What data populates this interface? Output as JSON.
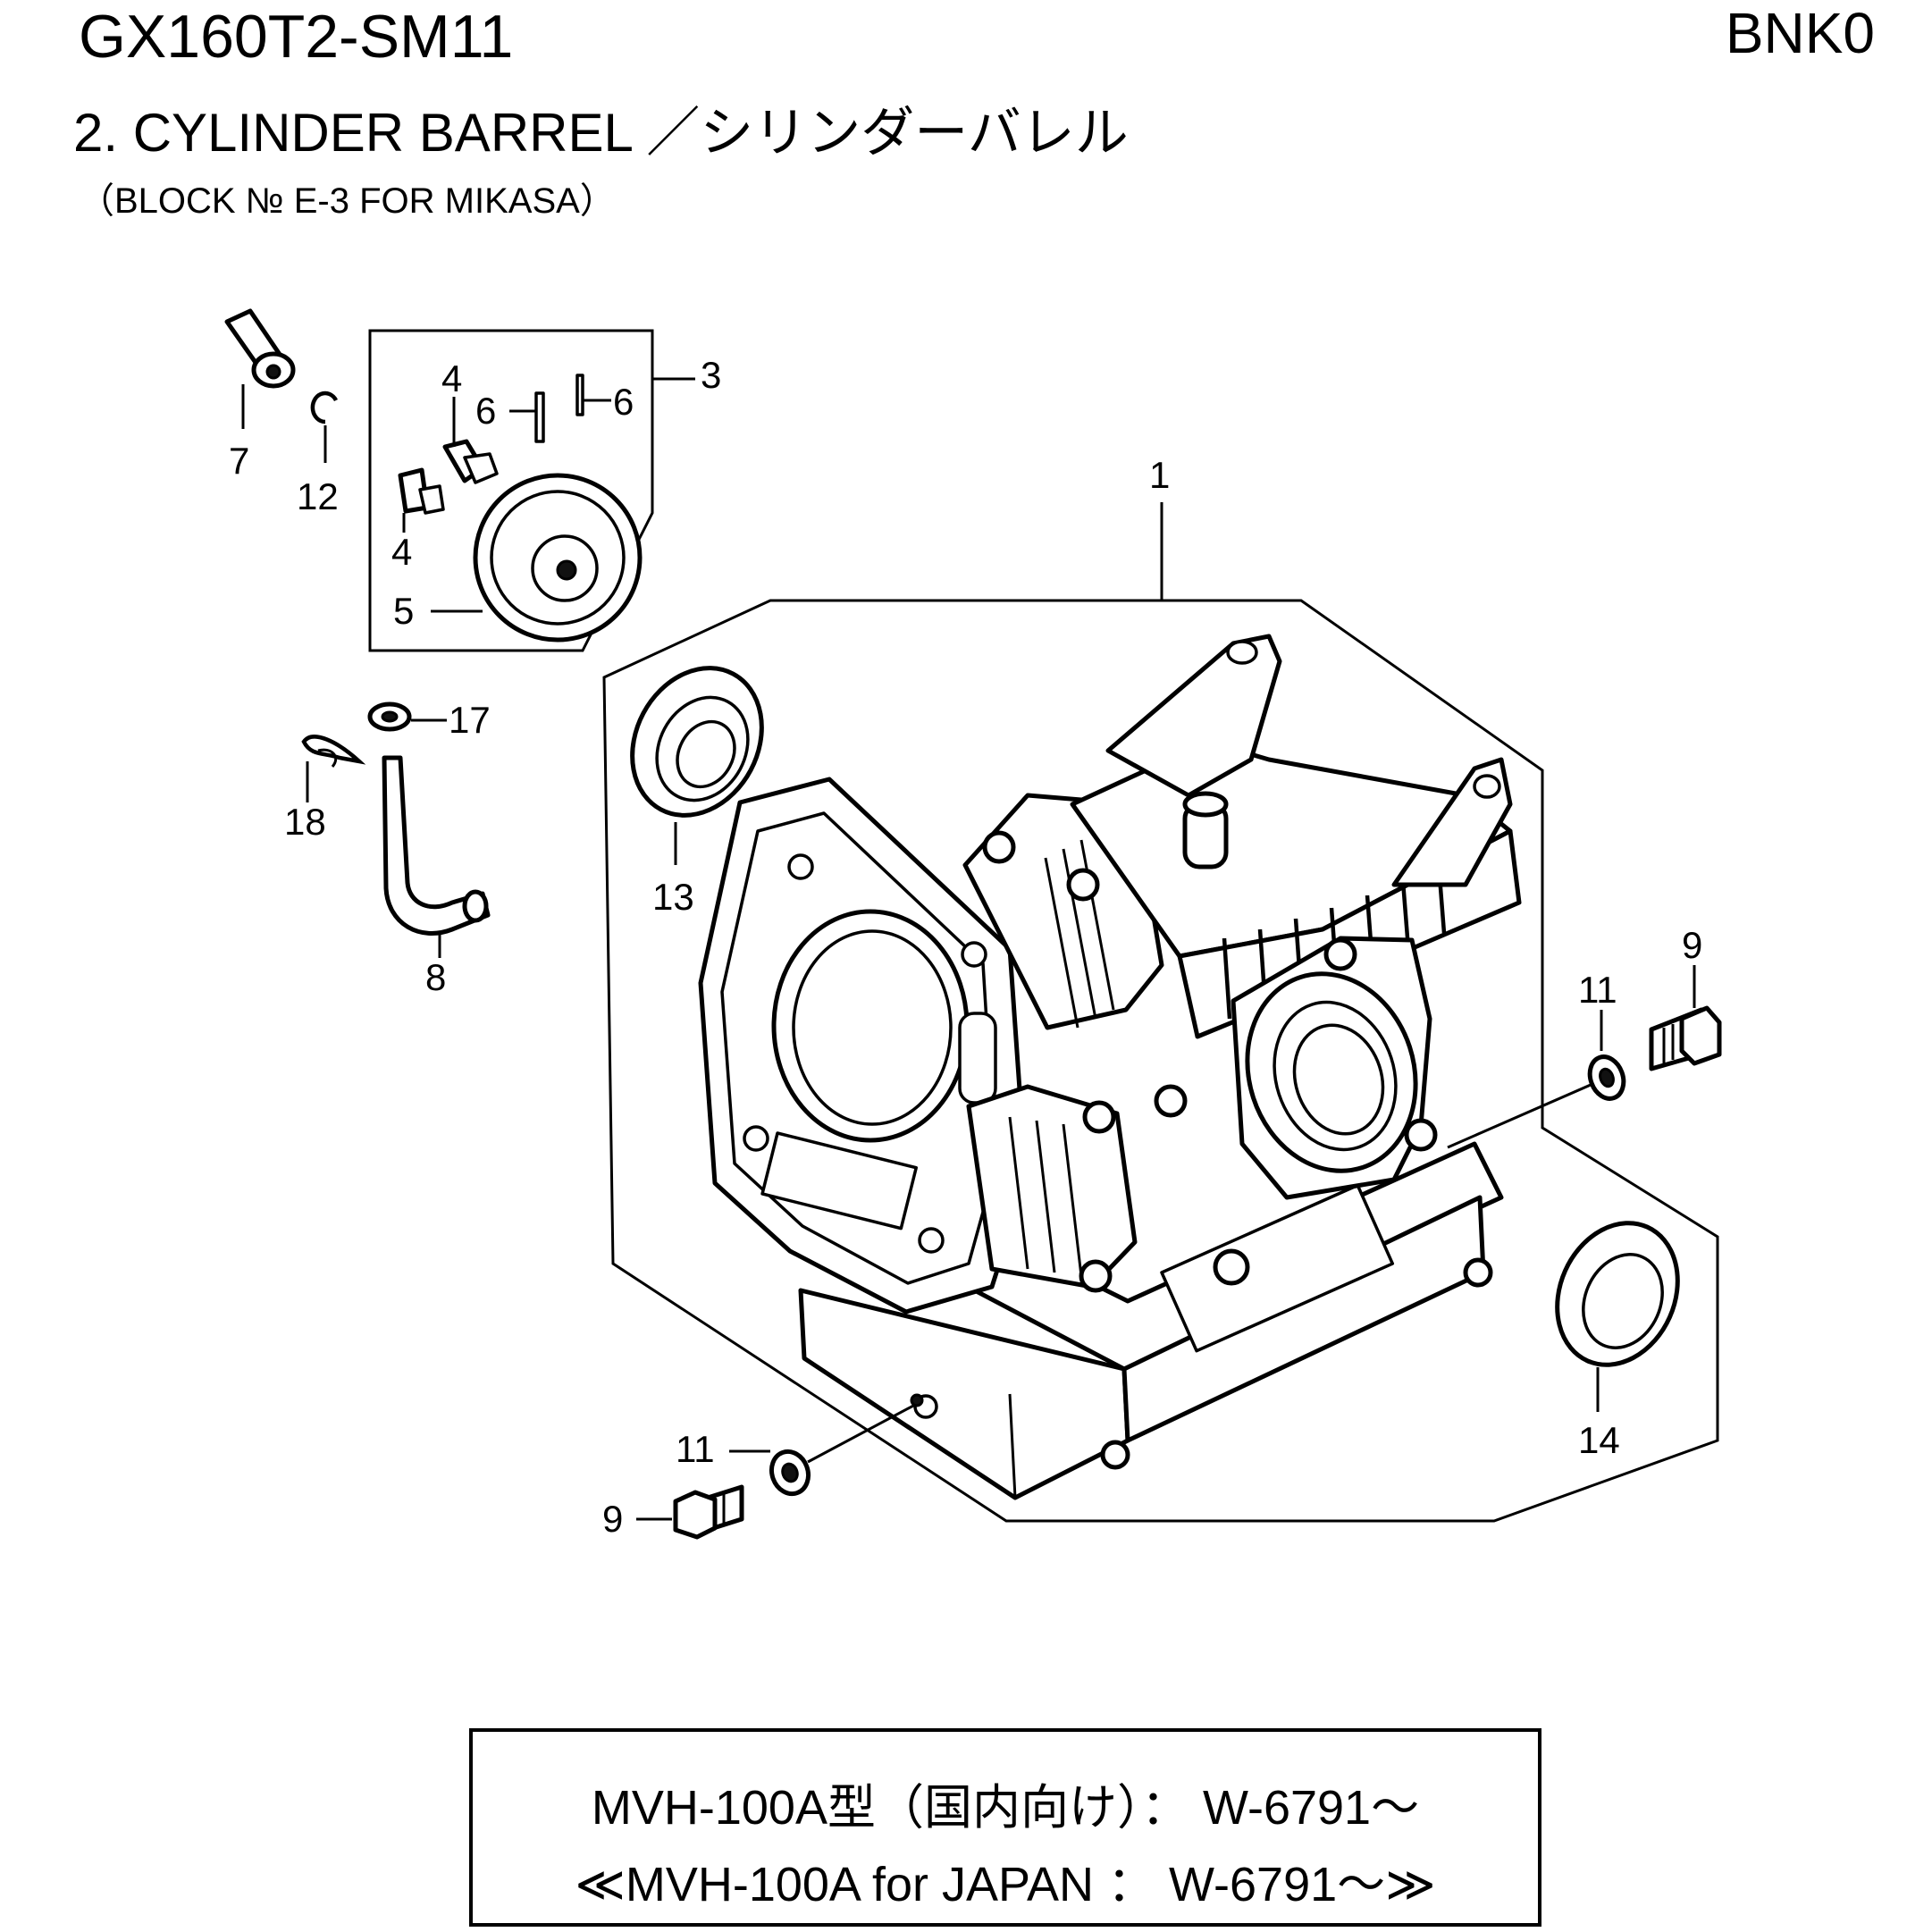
{
  "header": {
    "model": "GX160T2-SM11",
    "code": "BNK0",
    "section": "2. CYLINDER BARREL  ／シリンダーバレル",
    "block": "（BLOCK № E-3  FOR MIKASA）"
  },
  "callouts": {
    "p1": "1",
    "p3": "3",
    "p4a": "4",
    "p4b": "4",
    "p5": "5",
    "p6a": "6",
    "p6b": "6",
    "p7": "7",
    "p8": "8",
    "p9a": "9",
    "p9b": "9",
    "p11a": "11",
    "p11b": "11",
    "p12": "12",
    "p13": "13",
    "p14": "14",
    "p17": "17",
    "p18": "18"
  },
  "note": {
    "line1": "MVH-100A型（国内向け）：  W-6791～",
    "line2": "≪MVH-100A   for  JAPAN  ：  W-6791～≫"
  }
}
